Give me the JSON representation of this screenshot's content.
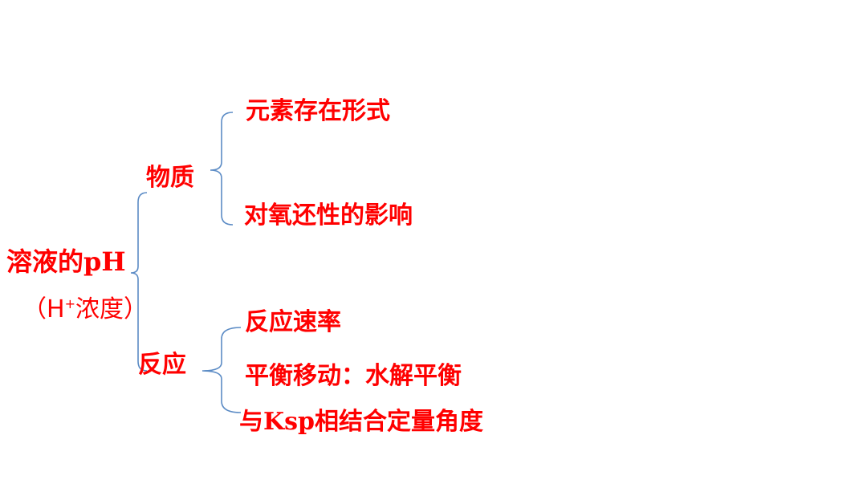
{
  "diagram": {
    "root": {
      "label": "溶液的pH",
      "sub_open": "（H",
      "sub_sup": "+",
      "sub_close": "浓度）"
    },
    "branches": [
      {
        "label": "物质",
        "children": [
          "元素存在形式",
          "对氧还性的影响"
        ]
      },
      {
        "label": "反应",
        "children": [
          "反应速率",
          "平衡移动：水解平衡",
          "与Ksp相结合定量角度"
        ]
      }
    ],
    "colors": {
      "text": "#ff0000",
      "brace": "#5b8bc5",
      "background": "#ffffff"
    }
  }
}
